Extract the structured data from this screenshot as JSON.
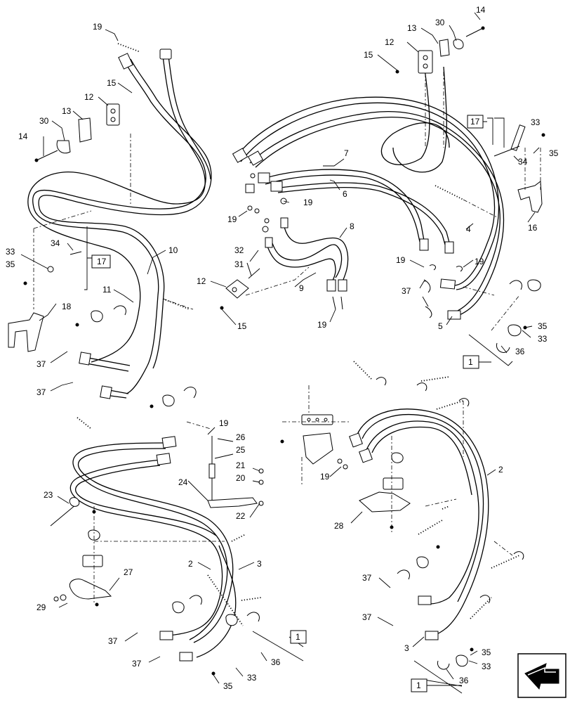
{
  "labels": {
    "tl": [
      {
        "key": "19a",
        "text": "19"
      },
      {
        "key": "12a",
        "text": "12"
      },
      {
        "key": "15a",
        "text": "15"
      },
      {
        "key": "13a",
        "text": "13"
      },
      {
        "key": "30a",
        "text": "30"
      },
      {
        "key": "14a",
        "text": "14"
      },
      {
        "key": "10",
        "text": "10"
      },
      {
        "key": "11",
        "text": "11"
      },
      {
        "key": "33a",
        "text": "33"
      },
      {
        "key": "34a",
        "text": "34"
      },
      {
        "key": "35a",
        "text": "35"
      },
      {
        "key": "17a",
        "text": "17"
      },
      {
        "key": "18",
        "text": "18"
      },
      {
        "key": "37a",
        "text": "37"
      },
      {
        "key": "37b",
        "text": "37"
      }
    ],
    "tr": [
      {
        "key": "14b",
        "text": "14"
      },
      {
        "key": "30b",
        "text": "30"
      },
      {
        "key": "13b",
        "text": "13"
      },
      {
        "key": "12b",
        "text": "12"
      },
      {
        "key": "15b",
        "text": "15"
      },
      {
        "key": "17b",
        "text": "17"
      },
      {
        "key": "33b",
        "text": "33"
      },
      {
        "key": "35b",
        "text": "35"
      },
      {
        "key": "34b",
        "text": "34"
      },
      {
        "key": "7",
        "text": "7"
      },
      {
        "key": "6",
        "text": "6"
      },
      {
        "key": "19b",
        "text": "19"
      },
      {
        "key": "19c",
        "text": "19"
      },
      {
        "key": "16",
        "text": "16"
      },
      {
        "key": "4",
        "text": "4"
      },
      {
        "key": "8",
        "text": "8"
      },
      {
        "key": "32",
        "text": "32"
      },
      {
        "key": "31",
        "text": "31"
      },
      {
        "key": "12c",
        "text": "12"
      },
      {
        "key": "9",
        "text": "9"
      },
      {
        "key": "15c",
        "text": "15"
      },
      {
        "key": "19d",
        "text": "19"
      },
      {
        "key": "19e",
        "text": "19"
      },
      {
        "key": "19f",
        "text": "19"
      },
      {
        "key": "37c",
        "text": "37"
      },
      {
        "key": "5",
        "text": "5"
      },
      {
        "key": "35c",
        "text": "35"
      },
      {
        "key": "33c",
        "text": "33"
      },
      {
        "key": "36a",
        "text": "36"
      },
      {
        "key": "1a",
        "text": "1"
      }
    ],
    "bl": [
      {
        "key": "19g",
        "text": "19"
      },
      {
        "key": "26",
        "text": "26"
      },
      {
        "key": "25",
        "text": "25"
      },
      {
        "key": "21",
        "text": "21"
      },
      {
        "key": "20",
        "text": "20"
      },
      {
        "key": "24",
        "text": "24"
      },
      {
        "key": "23",
        "text": "23"
      },
      {
        "key": "22",
        "text": "22"
      },
      {
        "key": "27",
        "text": "27"
      },
      {
        "key": "2a",
        "text": "2"
      },
      {
        "key": "3a",
        "text": "3"
      },
      {
        "key": "29",
        "text": "29"
      },
      {
        "key": "37d",
        "text": "37"
      },
      {
        "key": "37e",
        "text": "37"
      },
      {
        "key": "1b",
        "text": "1"
      },
      {
        "key": "36b",
        "text": "36"
      },
      {
        "key": "35d",
        "text": "35"
      },
      {
        "key": "33d",
        "text": "33"
      }
    ],
    "br": [
      {
        "key": "19h",
        "text": "19"
      },
      {
        "key": "2b",
        "text": "2"
      },
      {
        "key": "28",
        "text": "28"
      },
      {
        "key": "37f",
        "text": "37"
      },
      {
        "key": "37g",
        "text": "37"
      },
      {
        "key": "3b",
        "text": "3"
      },
      {
        "key": "35e",
        "text": "35"
      },
      {
        "key": "33e",
        "text": "33"
      },
      {
        "key": "36c",
        "text": "36"
      },
      {
        "key": "1c",
        "text": "1"
      }
    ]
  },
  "icons": {
    "nav": "forward-arrow-icon"
  }
}
